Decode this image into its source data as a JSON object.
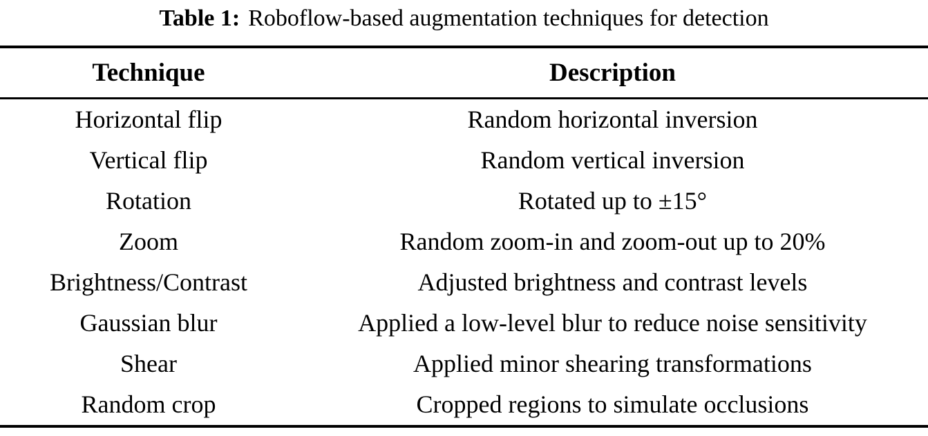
{
  "caption": {
    "label": "Table 1:",
    "text": "Roboflow-based augmentation techniques for detection"
  },
  "table": {
    "headers": [
      "Technique",
      "Description"
    ],
    "rows": [
      {
        "technique": "Horizontal flip",
        "description": "Random horizontal inversion"
      },
      {
        "technique": "Vertical flip",
        "description": "Random vertical inversion"
      },
      {
        "technique": "Rotation",
        "description": "Rotated up to ±15°"
      },
      {
        "technique": "Zoom",
        "description": "Random zoom-in and zoom-out up to 20%"
      },
      {
        "technique": "Brightness/Contrast",
        "description": "Adjusted brightness and contrast levels"
      },
      {
        "technique": "Gaussian blur",
        "description": "Applied a low-level blur to reduce noise sensitivity"
      },
      {
        "technique": "Shear",
        "description": "Applied minor shearing transformations"
      },
      {
        "technique": "Random crop",
        "description": "Cropped regions to simulate occlusions"
      }
    ]
  },
  "colors": {
    "text": "#000000",
    "background": "#ffffff",
    "rule": "#000000"
  }
}
